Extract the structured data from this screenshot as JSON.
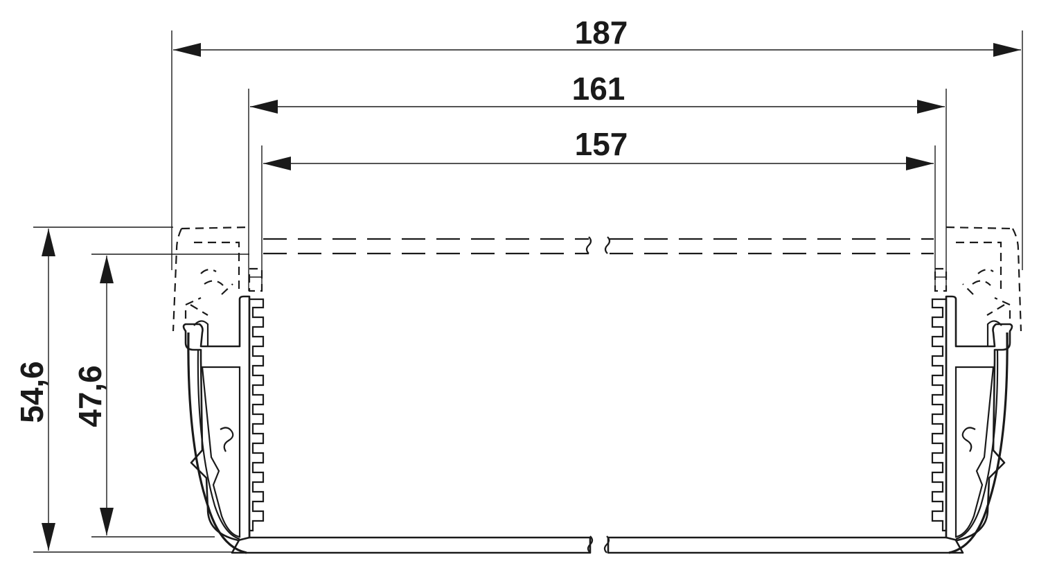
{
  "drawing": {
    "colors": {
      "line": "#1a1a1a",
      "background": "#ffffff"
    },
    "dimensions": {
      "overall_width": "187",
      "outer_width": "161",
      "inner_width": "157",
      "overall_height": "54,6",
      "inner_height": "47,6"
    }
  }
}
